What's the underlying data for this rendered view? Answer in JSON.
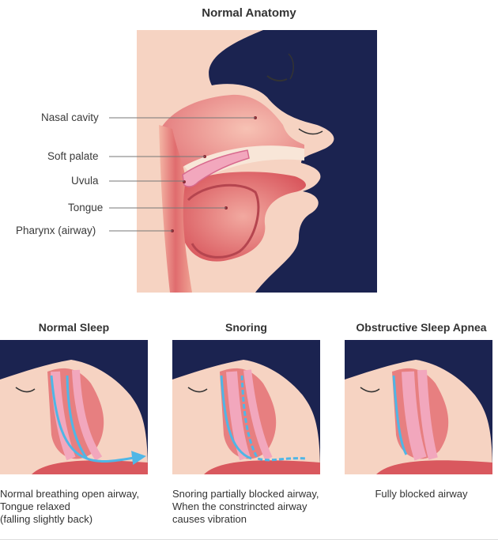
{
  "title": "Normal Anatomy",
  "labels": {
    "nasal_cavity": "Nasal cavity",
    "soft_palate": "Soft palate",
    "uvula": "Uvula",
    "tongue": "Tongue",
    "pharynx": "Pharynx (airway)"
  },
  "panels": [
    {
      "title": "Normal Sleep",
      "caption": [
        "Normal breathing open airway,",
        "Tongue relaxed",
        "(falling slightly back)"
      ]
    },
    {
      "title": "Snoring",
      "caption": [
        "Snoring partially blocked airway,",
        "When the constrincted airway",
        "causes vibration"
      ]
    },
    {
      "title": "Obstructive Sleep Apnea",
      "caption": [
        "Fully blocked airway"
      ]
    }
  ],
  "colors": {
    "background": "#1b2350",
    "skin": "#f6d3c2",
    "tissue": "#e77f80",
    "airflow": "#4fb6e6"
  }
}
